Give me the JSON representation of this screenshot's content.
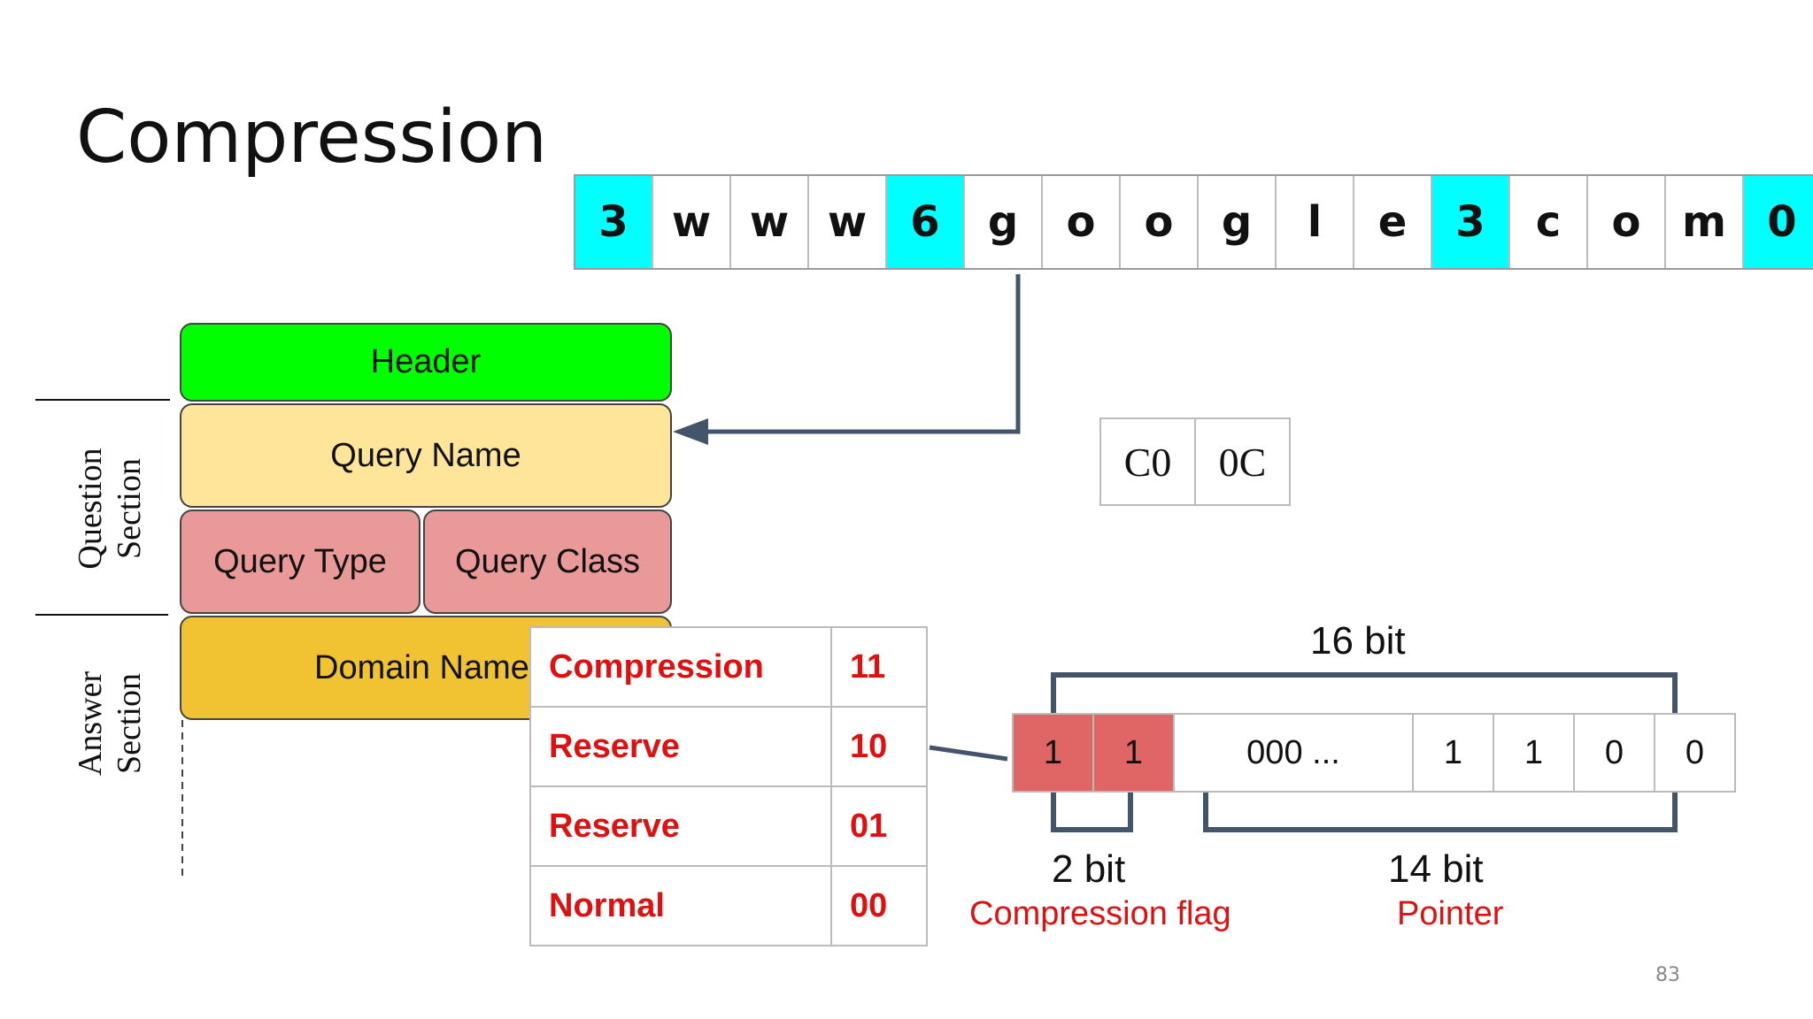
{
  "title": "Compression",
  "name_bytes": [
    {
      "text": "3",
      "type": "length"
    },
    {
      "text": "w",
      "type": "char"
    },
    {
      "text": "w",
      "type": "char"
    },
    {
      "text": "w",
      "type": "char"
    },
    {
      "text": "6",
      "type": "length"
    },
    {
      "text": "g",
      "type": "char"
    },
    {
      "text": "o",
      "type": "char"
    },
    {
      "text": "o",
      "type": "char"
    },
    {
      "text": "g",
      "type": "char"
    },
    {
      "text": "l",
      "type": "char"
    },
    {
      "text": "e",
      "type": "char"
    },
    {
      "text": "3",
      "type": "length"
    },
    {
      "text": "c",
      "type": "char"
    },
    {
      "text": "o",
      "type": "char"
    },
    {
      "text": "m",
      "type": "char"
    },
    {
      "text": "0",
      "type": "length"
    }
  ],
  "dns_blocks": {
    "header": "Header",
    "query_name": "Query Name",
    "query_type": "Query Type",
    "query_class": "Query Class",
    "domain_name": "Domain Name"
  },
  "sections": {
    "question": "Question\nSection",
    "answer": "Answer\nSection"
  },
  "hex_pointer": [
    "C0",
    "0C"
  ],
  "flag_table": [
    {
      "name": "Compression",
      "bits": "11"
    },
    {
      "name": "Reserve",
      "bits": "10"
    },
    {
      "name": "Reserve",
      "bits": "01"
    },
    {
      "name": "Normal",
      "bits": "00"
    }
  ],
  "bit_layout": {
    "bits": [
      "1",
      "1",
      "000 ...",
      "1",
      "1",
      "0",
      "0"
    ],
    "total_label": "16 bit",
    "flag_size_label": "2 bit",
    "flag_caption": "Compression flag",
    "pointer_size_label": "14 bit",
    "pointer_caption": "Pointer"
  },
  "page_number": "83",
  "colors": {
    "length_byte": "#00ffff",
    "header": "#00ff00",
    "query_name": "#fee599",
    "query_type_class": "#ea9999",
    "domain_name": "#f1c232",
    "flag_bits": "#e06666",
    "red_text": "#e01010",
    "arrow": "#44546a"
  }
}
